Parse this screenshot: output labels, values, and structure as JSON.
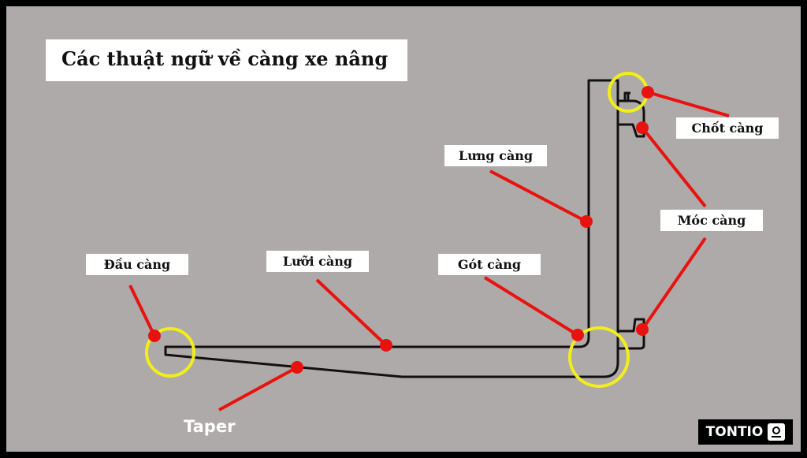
{
  "title": "Các thuật ngữ về càng xe nâng",
  "labels": {
    "chot_cang": "Chốt càng",
    "lung_cang": "Lưng càng",
    "moc_cang": "Móc càng",
    "dau_cang": "Đầu càng",
    "luoi_cang": "Lưỡi càng",
    "got_cang": "Gót càng",
    "taper": "Taper"
  },
  "logo": "TONTIO",
  "colors": {
    "background": "#aeaaa9",
    "pointer": "#e8120e",
    "highlight": "#f2ee1c",
    "outline": "#111111"
  }
}
